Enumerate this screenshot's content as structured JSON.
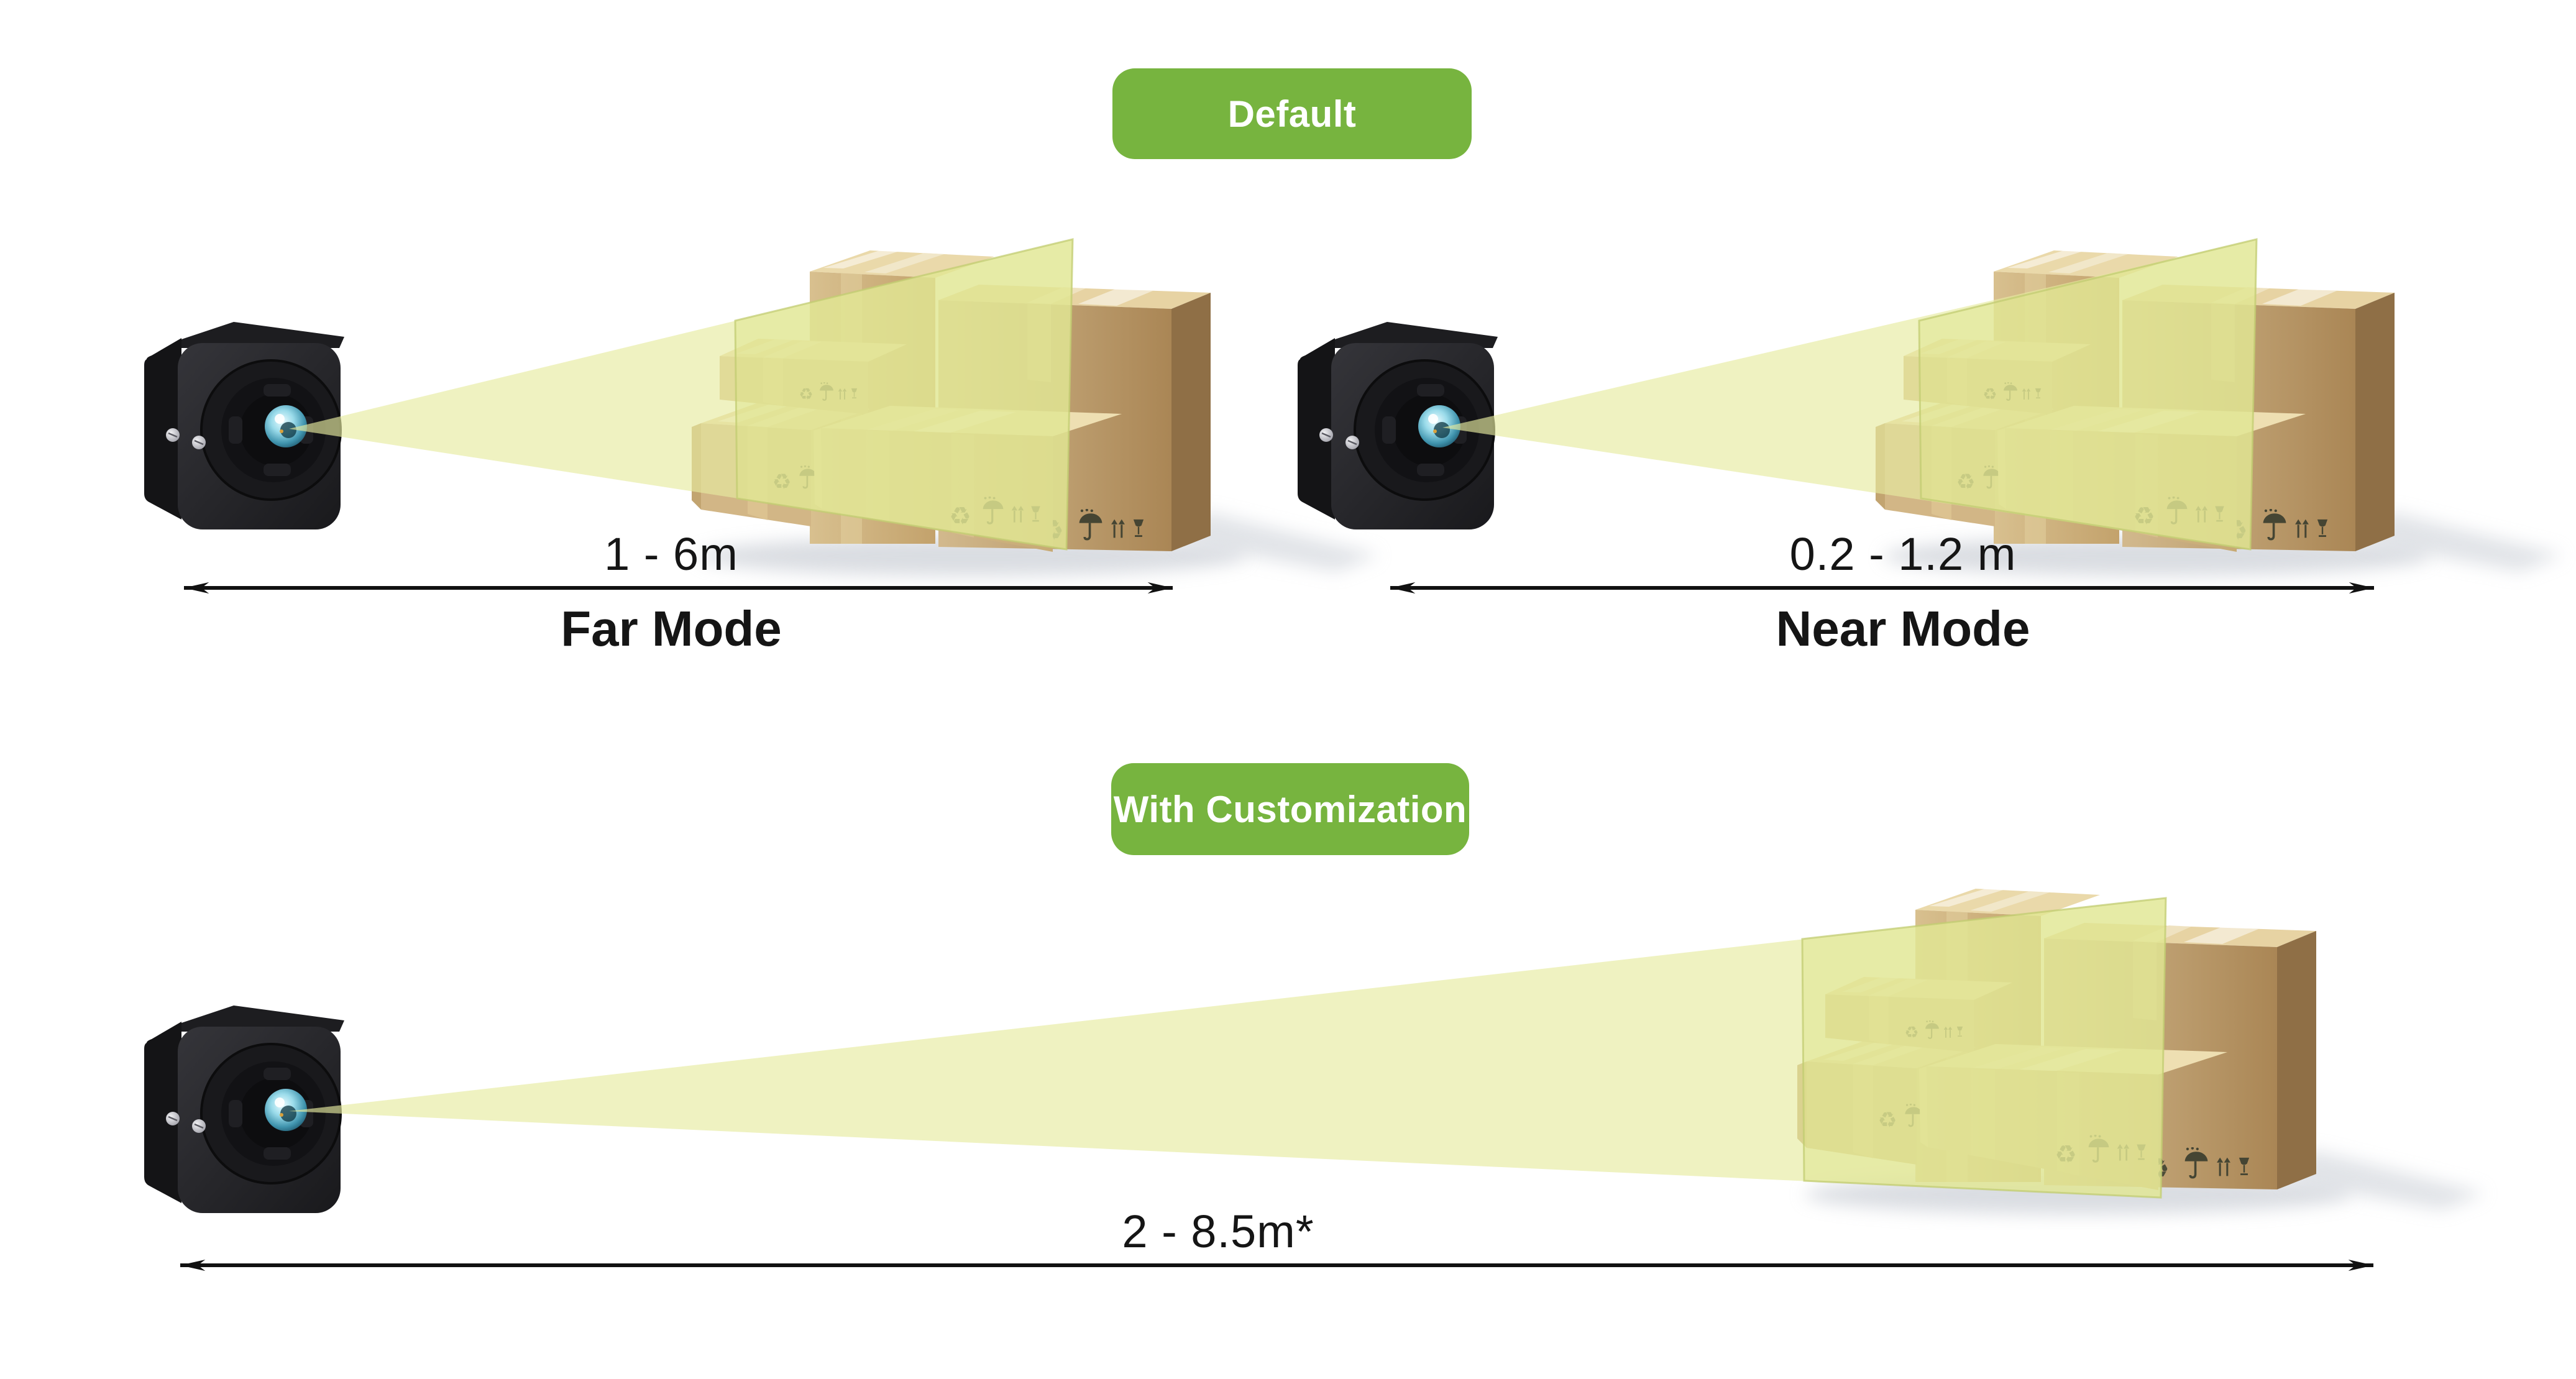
{
  "badges": {
    "default_label": "Default",
    "customization_label": "With Customization"
  },
  "scenes": [
    {
      "name": "far",
      "range_label": "1 - 6m",
      "mode_label": "Far Mode"
    },
    {
      "name": "near",
      "range_label": "0.2 - 1.2 m",
      "mode_label": "Near Mode"
    },
    {
      "name": "custom",
      "range_label": "2 - 8.5m*",
      "mode_label": ""
    }
  ],
  "glyphs": {
    "recycle": "♻"
  },
  "icons": [
    "depth-camera-icon",
    "camera-lens-icon",
    "light-cone",
    "projection-plane",
    "box-stack",
    "recycle-icon",
    "keep-dry-umbrella-icon",
    "this-way-up-icon",
    "fragile-glass-icon",
    "range-arrow"
  ],
  "colors": {
    "badge_green": "#77B43F",
    "badge_text": "#FFFFFF",
    "cone_yellow": "#E7EBA0",
    "plane_yellow": "#DDE38C",
    "arrow": "#111111",
    "label_text": "#151515",
    "box_cardboard": "#D3B886",
    "box_brown_side": "#8F6F46",
    "camera_body": "#1E1E21",
    "lens_teal": "#6FC6DB"
  }
}
